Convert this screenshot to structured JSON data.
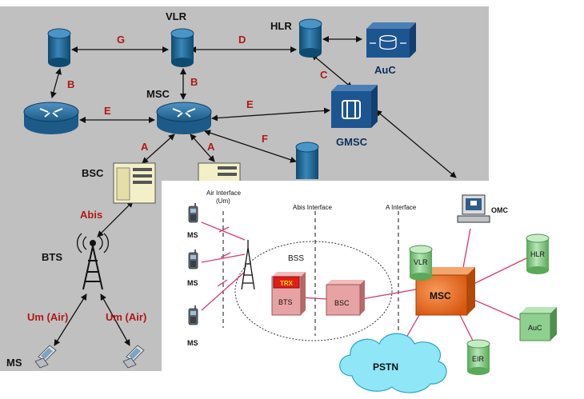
{
  "colors": {
    "back_panel": "#c0c0c0",
    "interface_label": "#b01818",
    "db_blue": "#1a5e8a",
    "switch_blue": "#2b6e9e",
    "msc_orange": "#e8681e",
    "bts_pink": "#e7a3a3",
    "trx_red": "#e21b1b",
    "db_green": "#8fcf8f",
    "pstn_cyan": "#8fe6f7",
    "link_pink": "#d63a72"
  },
  "back_diagram": {
    "nodes": {
      "vlr": "VLR",
      "hlr": "HLR",
      "auc": "AuC",
      "msc": "MSC",
      "gmsc": "GMSC",
      "bsc": "BSC",
      "bts": "BTS",
      "ms": "MS"
    },
    "interfaces": {
      "g": "G",
      "d": "D",
      "b_left": "B",
      "b_center": "B",
      "c": "C",
      "e_left": "E",
      "e_right": "E",
      "f": "F",
      "a_left": "A",
      "a_right": "A",
      "abis": "Abis",
      "um_left": "Um (Air)",
      "um_right": "Um (Air)"
    }
  },
  "front_diagram": {
    "air_interface": "Air Interface",
    "air_interface_sub": "(Um)",
    "abis_interface": "Abis Interface",
    "a_interface": "A Interface",
    "bss": "BSS",
    "trx": "TRX",
    "bts": "BTS",
    "bsc": "BSC",
    "msc": "MSC",
    "vlr": "VLR",
    "hlr": "HLR",
    "auc": "AuC",
    "eir": "EIR",
    "omc": "OMC",
    "pstn": "PSTN",
    "ms": [
      "MS",
      "MS",
      "MS"
    ]
  }
}
